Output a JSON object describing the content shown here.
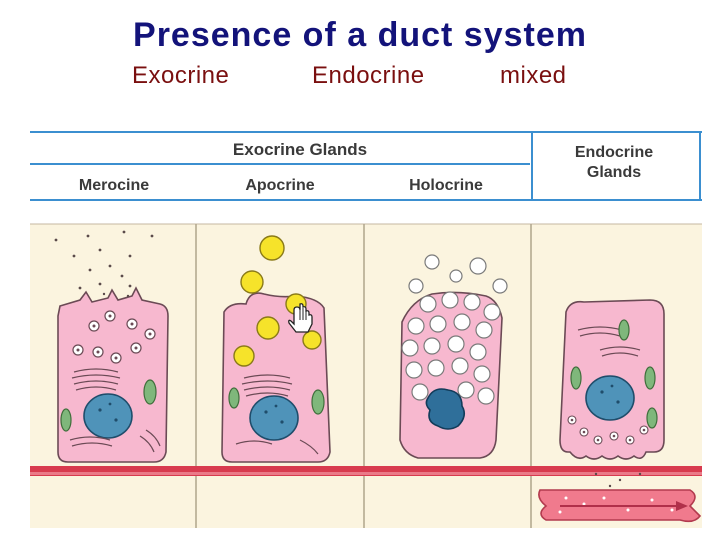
{
  "slide": {
    "title": "Presence of a duct system",
    "subtitles": [
      "Exocrine",
      "Endocrine",
      "mixed"
    ]
  },
  "figure": {
    "exocrine_header": "Exocrine Glands",
    "endocrine_header": "Endocrine",
    "endocrine_header_2": "Glands",
    "columns": [
      "Merocine",
      "Apocrine",
      "Holocrine"
    ]
  },
  "colors": {
    "title": "#13137a",
    "subtitle": "#7a0f0f",
    "cell": "#f7b8cf",
    "nucleus": "#4f93b9",
    "secretion_apocrine": "#f6e32a",
    "blood_vessel": "#f07a8d"
  },
  "icons": [
    "hand-pointer-icon"
  ]
}
